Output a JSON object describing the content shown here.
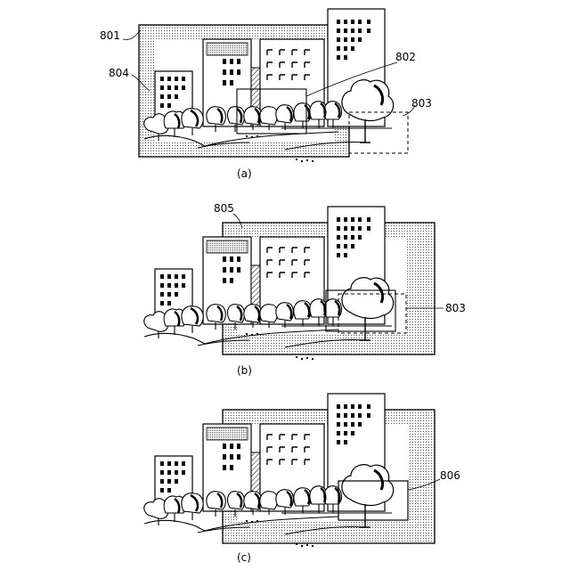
{
  "panels": [
    {
      "caption": "(a)",
      "labels": {
        "screen": "801",
        "inner_frame": "802",
        "dashed_region": "803",
        "outer_region": "804"
      }
    },
    {
      "caption": "(b)",
      "labels": {
        "screen": "805",
        "dashed_region": "803"
      }
    },
    {
      "caption": "(c)",
      "labels": {
        "region": "806"
      }
    }
  ]
}
